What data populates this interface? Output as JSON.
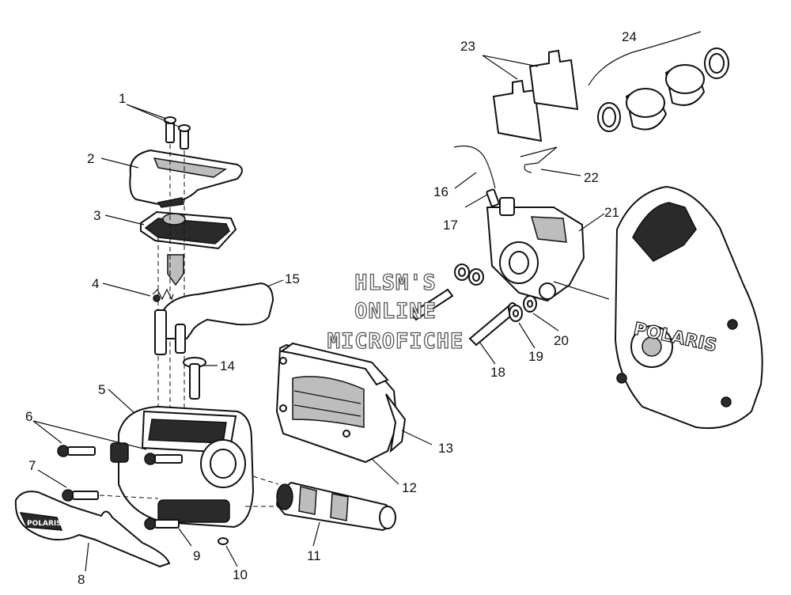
{
  "diagram": {
    "callouts": [
      "1",
      "2",
      "3",
      "4",
      "5",
      "6",
      "7",
      "8",
      "9",
      "10",
      "11",
      "12",
      "13",
      "14",
      "15",
      "16",
      "17",
      "18",
      "19",
      "20",
      "21",
      "22",
      "23",
      "24"
    ],
    "watermark": [
      "HLSM'S",
      "ONLINE",
      "MICROFICHE"
    ],
    "brand_text": "POLARIS"
  }
}
